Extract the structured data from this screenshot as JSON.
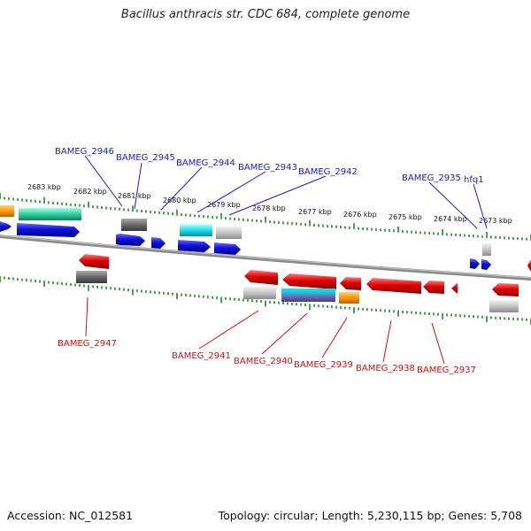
{
  "title": "Bacillus anthracis str. CDC 684, complete genome",
  "footer": {
    "accession": "Accession: NC_012581",
    "summary": "Topology: circular; Length: 5,230,115 bp; Genes: 5,708"
  },
  "ruler_labels": [
    "2683 kbp",
    "2682 kbp",
    "2681 kbp",
    "2680 kbp",
    "2679 kbp",
    "2678 kbp",
    "2677 kbp",
    "2676 kbp",
    "2675 kbp",
    "2674 kbp",
    "2673 kbp"
  ],
  "gene_labels_top": [
    "BAMEG_2946",
    "BAMEG_2945",
    "BAMEG_2944",
    "BAMEG_2943",
    "BAMEG_2942",
    "BAMEG_2935",
    "hfq1"
  ],
  "gene_labels_bottom": [
    "BAMEG_2947",
    "BAMEG_2941",
    "BAMEG_2940",
    "BAMEG_2939",
    "BAMEG_2938",
    "BAMEG_2937"
  ],
  "colors": {
    "forward_label": "#1a1acc",
    "reverse_label": "#d01010",
    "cds_forward": "#1010dd",
    "cds_reverse": "#e00000",
    "pseudo": "#777777",
    "rna": "#30d0a0",
    "cyan": "#20e0f0",
    "orange": "#ff9900",
    "tick": "#228822",
    "backbone": "#909090"
  }
}
